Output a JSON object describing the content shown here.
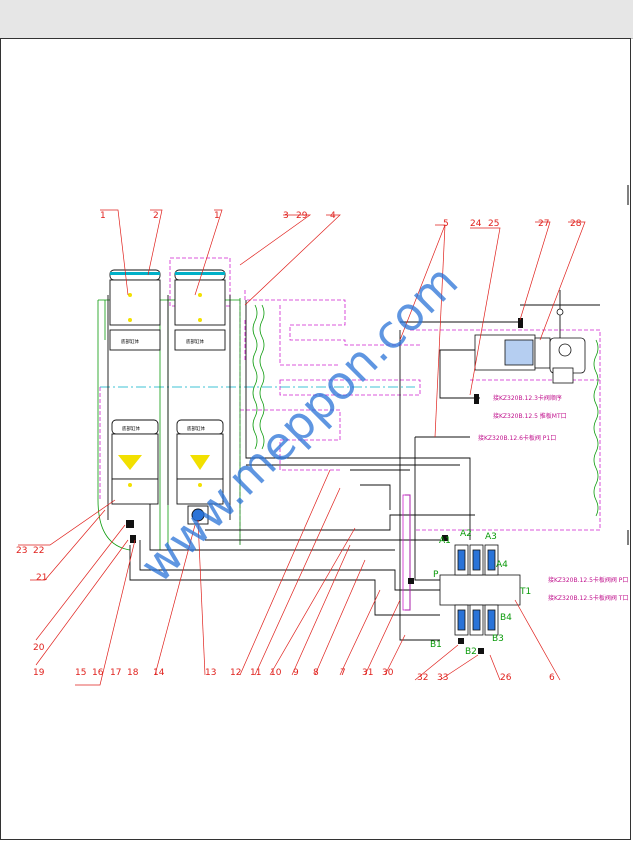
{
  "diagram": {
    "part_numbers": [
      "1",
      "2",
      "1",
      "3",
      "29",
      "4",
      "5",
      "24",
      "25",
      "27",
      "28",
      "23",
      "22",
      "21",
      "20",
      "19",
      "15",
      "16",
      "17",
      "18",
      "14",
      "13",
      "12",
      "11",
      "10",
      "9",
      "8",
      "7",
      "31",
      "30",
      "32",
      "33",
      "26",
      "6"
    ],
    "port_labels": [
      "A1",
      "A2",
      "A3",
      "A4",
      "P",
      "T1",
      "B1",
      "B2",
      "B3",
      "B4"
    ],
    "notes": {
      "n1": "接KZ320B.12.3卡阀顺序",
      "n2": "接KZ320B.12.5 推板MT口",
      "n3": "接KZ320B.12.6卡板阀 P1口",
      "n4": "接KZ320B.12.5卡板阀阀 P口",
      "n5": "接KZ320B.12.5卡板阀阀 T口"
    },
    "cylinder_labels": [
      "底部缸体",
      "底部缸体",
      "底部缸体",
      "底部缸体"
    ],
    "watermark": "www.meppon.com",
    "colors": {
      "red": "#e0201c",
      "magenta": "#d020d0",
      "green": "#0a9a0a",
      "cyan": "#00b0c8",
      "blue": "#2a73d8"
    }
  }
}
